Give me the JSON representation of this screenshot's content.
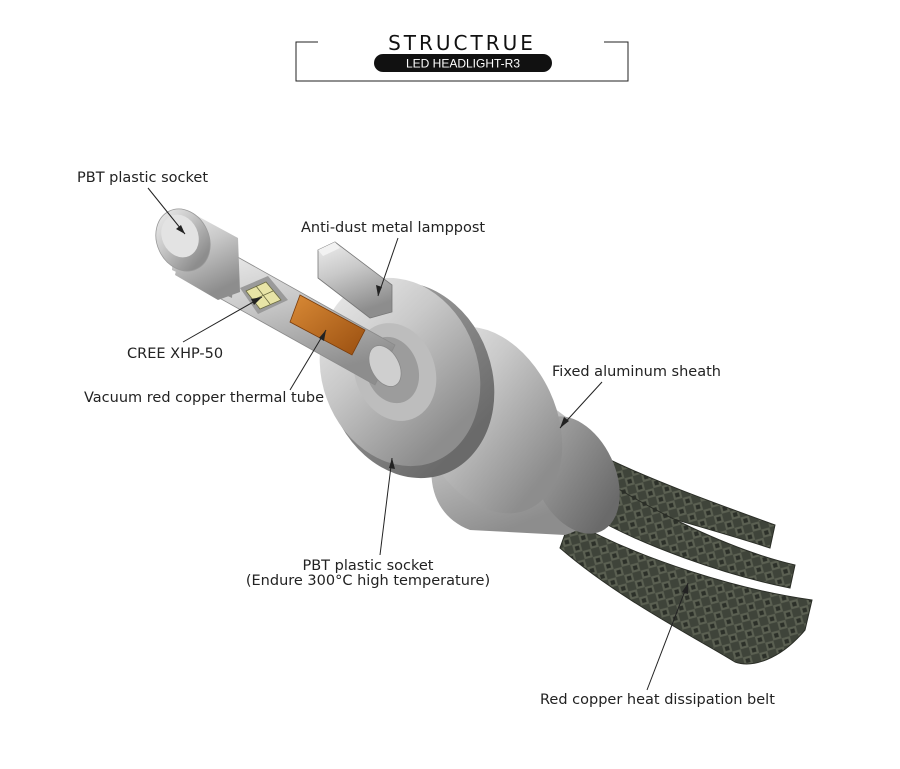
{
  "header": {
    "title": "STRUCTRUE",
    "subtitle": "LED HEADLIGHT-R3"
  },
  "labels": {
    "pbt_top": "PBT plastic socket",
    "anti_dust": "Anti-dust metal lamppost",
    "cree": "CREE XHP-50",
    "vacuum": "Vacuum red copper thermal tube",
    "fixed_sheath": "Fixed aluminum sheath",
    "pbt_bottom_1": "PBT plastic socket",
    "pbt_bottom_2": "(Endure 300°C high temperature)",
    "heat_belt": "Red copper heat dissipation belt"
  },
  "colors": {
    "metal_light": "#d9d9d9",
    "metal_dark": "#8a8a8a",
    "copper": "#b8641a",
    "led_chip": "#e6e2a8",
    "braid_dark": "#3b3f36",
    "braid_light": "#6c7062"
  }
}
